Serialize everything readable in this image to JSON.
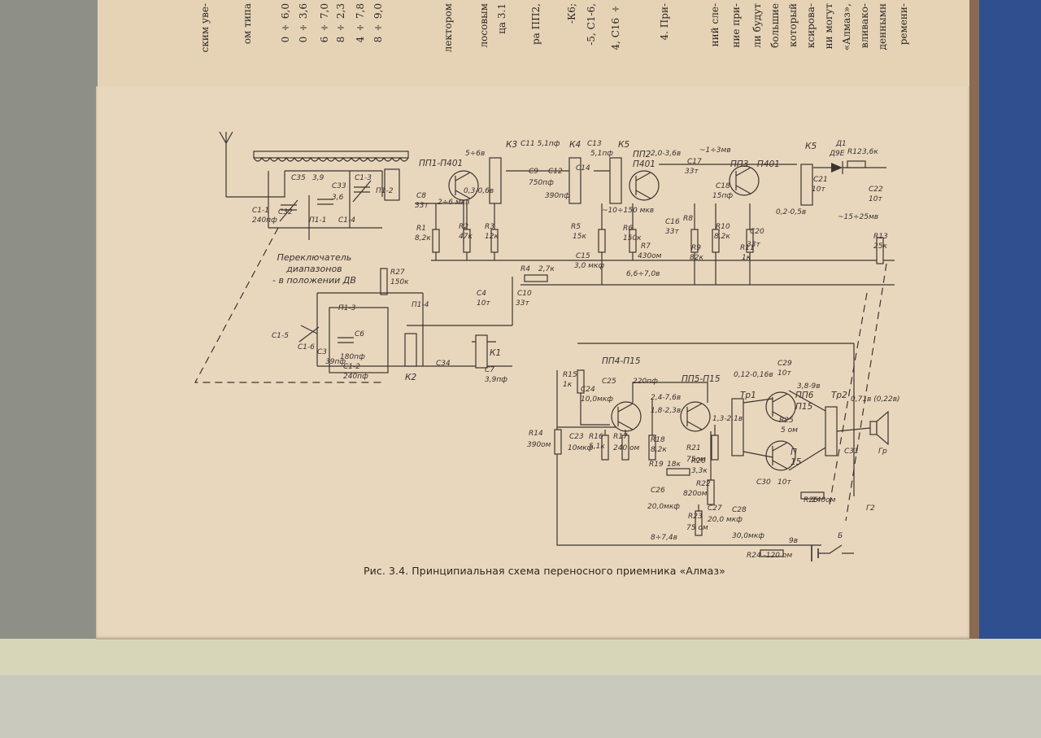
{
  "figure": {
    "caption": "Рис. 3.4. Принципиальная схема переносного приемника «Алмаз»"
  },
  "top_page": {
    "columns": [
      "ским уве-",
      "ом   типа",
      "0 ÷ 6,0",
      "0 ÷ 3,6",
      "6 ÷ 7,0",
      "8 ÷ 2,3",
      "4 ÷ 7,8",
      "8 ÷ 9,0",
      "лектором",
      "лосовым",
      "ца 3.1",
      "ра ПП2,",
      "-К6;",
      "-5, С1-6,",
      "4, С16 ÷",
      "4. При-",
      "ний сле-",
      "ние при-",
      "ли будут",
      "большие",
      "который",
      "ксирова-",
      "ни могут",
      "«Алмаз»,",
      "вливако-",
      "деннымн",
      "ремени-"
    ]
  },
  "schematic": {
    "switch_note": [
      "Переключатель",
      "диапазонов",
      "- в положении ДВ"
    ],
    "labels": {
      "pp1": "ПП1-П401",
      "pp2": "ПП2",
      "pp2b": "П401",
      "pp3": "ПП3 - П401",
      "pp4": "ПП4-П15",
      "pp5": "ПП5-П15",
      "pp6": "ПП6",
      "pp6b": "П15",
      "pp7": "П",
      "pp7b": "15",
      "tr1": "Тр1",
      "tr2": "Тр2",
      "gr": "Гр",
      "g2": "Г2",
      "k1": "К1",
      "k2": "К2",
      "k3": "К3",
      "k4": "К4",
      "k5": "К5",
      "k5b": "К5",
      "d1": "Д1",
      "d1b": "Д9Е",
      "bat": "Б",
      "v_pp1": "5÷6в",
      "v_pp2": "2,0-3,6в",
      "v_mv": "~1÷3мв",
      "v_mkv": "~10÷150 мкв",
      "v_mkv2": "2÷6 мкв",
      "v_01": "0,3-0,6в",
      "v_02": "0,2-0,5в",
      "v_mv2": "~15÷25мв",
      "v_66": "6,6÷7,0в",
      "v_87": "8÷7,4в",
      "v_9": "9в",
      "v_pp4": "2,4-7,6в",
      "v_pp4b": "1,8-2,3в",
      "v_pp5": "1,3-2,1в",
      "v_pp6": "0,12-0,16в",
      "v_pp6b": "3,8-9в",
      "v_out": "0,71в (0,22в)",
      "c1": "С1-1",
      "c1v": "240пф",
      "c32": "С32",
      "c35": "С35",
      "c33": "С33",
      "c39": "3,9",
      "c36": "3,6",
      "c13": "С1-3",
      "c14": "С1-4",
      "c15": "С1-5",
      "c16": "С1-6",
      "c12": "С1-2",
      "c12v": "240пф",
      "p11": "П1-1",
      "p12": "П1-2",
      "p13": "П1-3",
      "p14": "П1-4",
      "c8": "С8",
      "c8v": "33т",
      "c11": "С11 5,1пф",
      "c9": "С9",
      "c12b": "С12",
      "c12bv": "750пф",
      "c14b": "С14",
      "c14bv": "390пф",
      "c13b": "С13",
      "c13bv": "5,1пф",
      "c16b": "С16",
      "c16bv": "33т",
      "c17": "С17",
      "c17v": "33т",
      "c18": "С18",
      "c18v": "15пф",
      "c20": "С20",
      "c20v": "33т",
      "c21": "С21",
      "c21v": "10т",
      "c22": "С22",
      "c22v": "10т",
      "c4": "С4",
      "c4v": "10т",
      "c10": "С10",
      "c10v": "33т",
      "c15b": "С15",
      "c15bv": "3,0 мкф",
      "c6": "С6",
      "c3": "С3",
      "c3v": "39пф",
      "c180": "180пф",
      "c34": "С34",
      "c7": "С7",
      "c7v": "3,9пф",
      "c24": "С24",
      "c24v": "10,0мкф",
      "c25": "С25",
      "c25v": "220пф",
      "c23": "С23",
      "c23v": "10мкф",
      "c26": "С26",
      "c26v": "20,0мкф",
      "c27": "С27",
      "c27v": "20,0 мкф",
      "c28": "С28",
      "c28v": "30,0мкф",
      "c29": "С29",
      "c29v": "10т",
      "c30": "С30",
      "c30v": "10т",
      "c31": "С31",
      "r1": "R1",
      "r1v": "8,2к",
      "r2": "R2",
      "r2v": "47к",
      "r3": "R3",
      "r3v": "12к",
      "r4": "R4",
      "r4v": "2,7к",
      "r5": "R5",
      "r5v": "15к",
      "r6": "R6",
      "r6v": "150к",
      "r7": "R7",
      "r7v": "430ом",
      "r8": "R8",
      "r9": "R9",
      "r9v": "82к",
      "r10": "R10",
      "r10v": "8,2к",
      "r11": "R11",
      "r11v": "1к",
      "r12": "R12",
      "r12v": "3,6к",
      "r13": "R13",
      "r13v": "25к",
      "r27": "R27",
      "r27v": "150к",
      "r14": "R14",
      "r14v": "390ом",
      "r15": "R15",
      "r15v": "1к",
      "r16": "R16",
      "r16v": "5,1к",
      "r17": "R17",
      "r17v": "240 ом",
      "r18": "R18",
      "r18v": "8,2к",
      "r19": "R19",
      "r19v": "18к",
      "r20": "R20",
      "r20v": "3,3к",
      "r21": "R21",
      "r21v": "75ом",
      "r22": "R22",
      "r22v": "820ом",
      "r23": "R23",
      "r23v": "75 ом",
      "r24": "R24 -120 ом",
      "r25": "R25",
      "r25v": "5 ом",
      "r26": "R26",
      "r26v": "240ом"
    }
  }
}
